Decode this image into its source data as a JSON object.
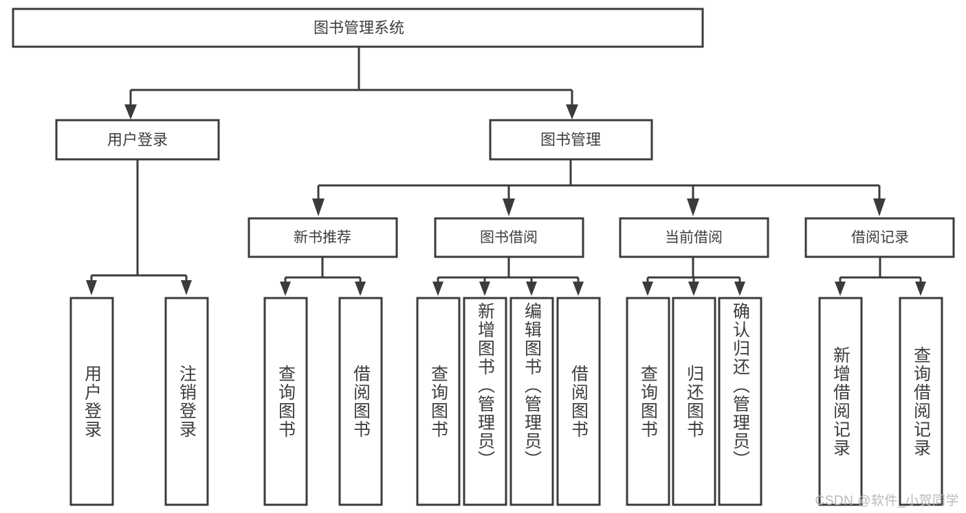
{
  "diagram": {
    "type": "tree-hierarchy",
    "title": "图书管理系统",
    "root": {
      "id": "root",
      "label": "图书管理系统",
      "children": [
        {
          "id": "user-login",
          "label": "用户登录",
          "children": [
            {
              "id": "user-login-do",
              "label": "用户登录"
            },
            {
              "id": "user-logout",
              "label": "注销登录"
            }
          ]
        },
        {
          "id": "book-manage",
          "label": "图书管理",
          "children": [
            {
              "id": "new-book-recommend",
              "label": "新书推荐",
              "children": [
                {
                  "id": "query-book-1",
                  "label": "查询图书"
                },
                {
                  "id": "borrow-book-1",
                  "label": "借阅图书"
                }
              ]
            },
            {
              "id": "book-borrow",
              "label": "图书借阅",
              "children": [
                {
                  "id": "query-book-2",
                  "label": "查询图书"
                },
                {
                  "id": "add-book-admin",
                  "label": "新增图书（管理员）"
                },
                {
                  "id": "edit-book-admin",
                  "label": "编辑图书（管理员）"
                },
                {
                  "id": "borrow-book-2",
                  "label": "借阅图书"
                }
              ]
            },
            {
              "id": "current-borrow",
              "label": "当前借阅",
              "children": [
                {
                  "id": "query-book-3",
                  "label": "查询图书"
                },
                {
                  "id": "return-book",
                  "label": "归还图书"
                },
                {
                  "id": "confirm-return-admin",
                  "label": "确认归还（管理员）"
                }
              ]
            },
            {
              "id": "borrow-record",
              "label": "借阅记录",
              "children": [
                {
                  "id": "add-borrow-record",
                  "label": "新增借阅记录"
                },
                {
                  "id": "query-borrow-record",
                  "label": "查询借阅记录"
                }
              ]
            }
          ]
        }
      ]
    },
    "colors": {
      "box_stroke": "#3b3b3b",
      "box_fill": "#ffffff",
      "text": "#3d3d3d",
      "connector": "#3b3b3b",
      "watermark": "#b9b9b9",
      "background": "#ffffff"
    }
  },
  "watermark": {
    "text": "CSDN @软件_小贺同学"
  }
}
